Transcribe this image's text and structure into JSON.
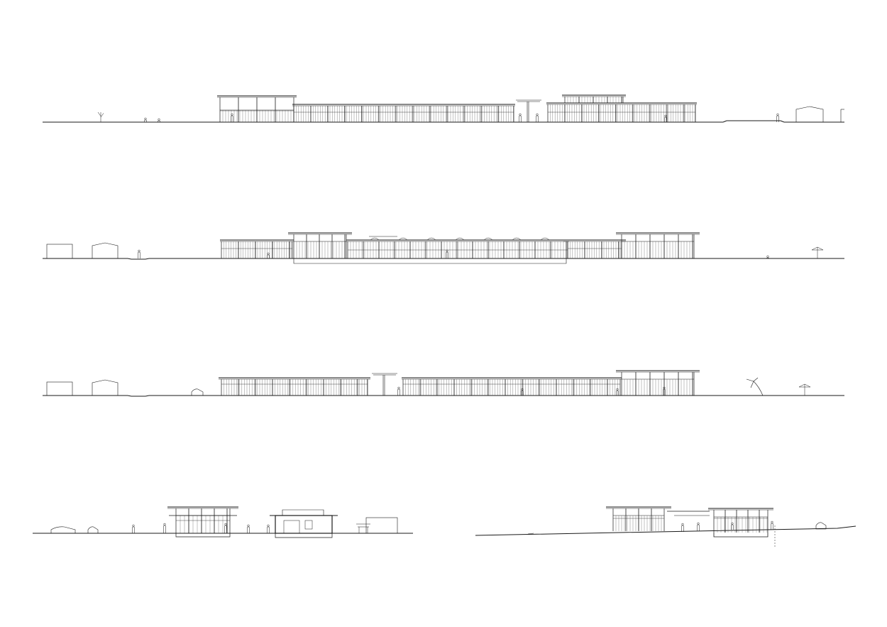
{
  "sheet": {
    "type": "architectural-elevation-sheet",
    "background": "#ffffff",
    "line_color": "#1a1a1a",
    "hatch_color": "#555555"
  },
  "elevations": [
    {
      "id": "elevation-1"
    },
    {
      "id": "elevation-2"
    },
    {
      "id": "elevation-3"
    },
    {
      "id": "section-a"
    },
    {
      "id": "section-b"
    }
  ]
}
